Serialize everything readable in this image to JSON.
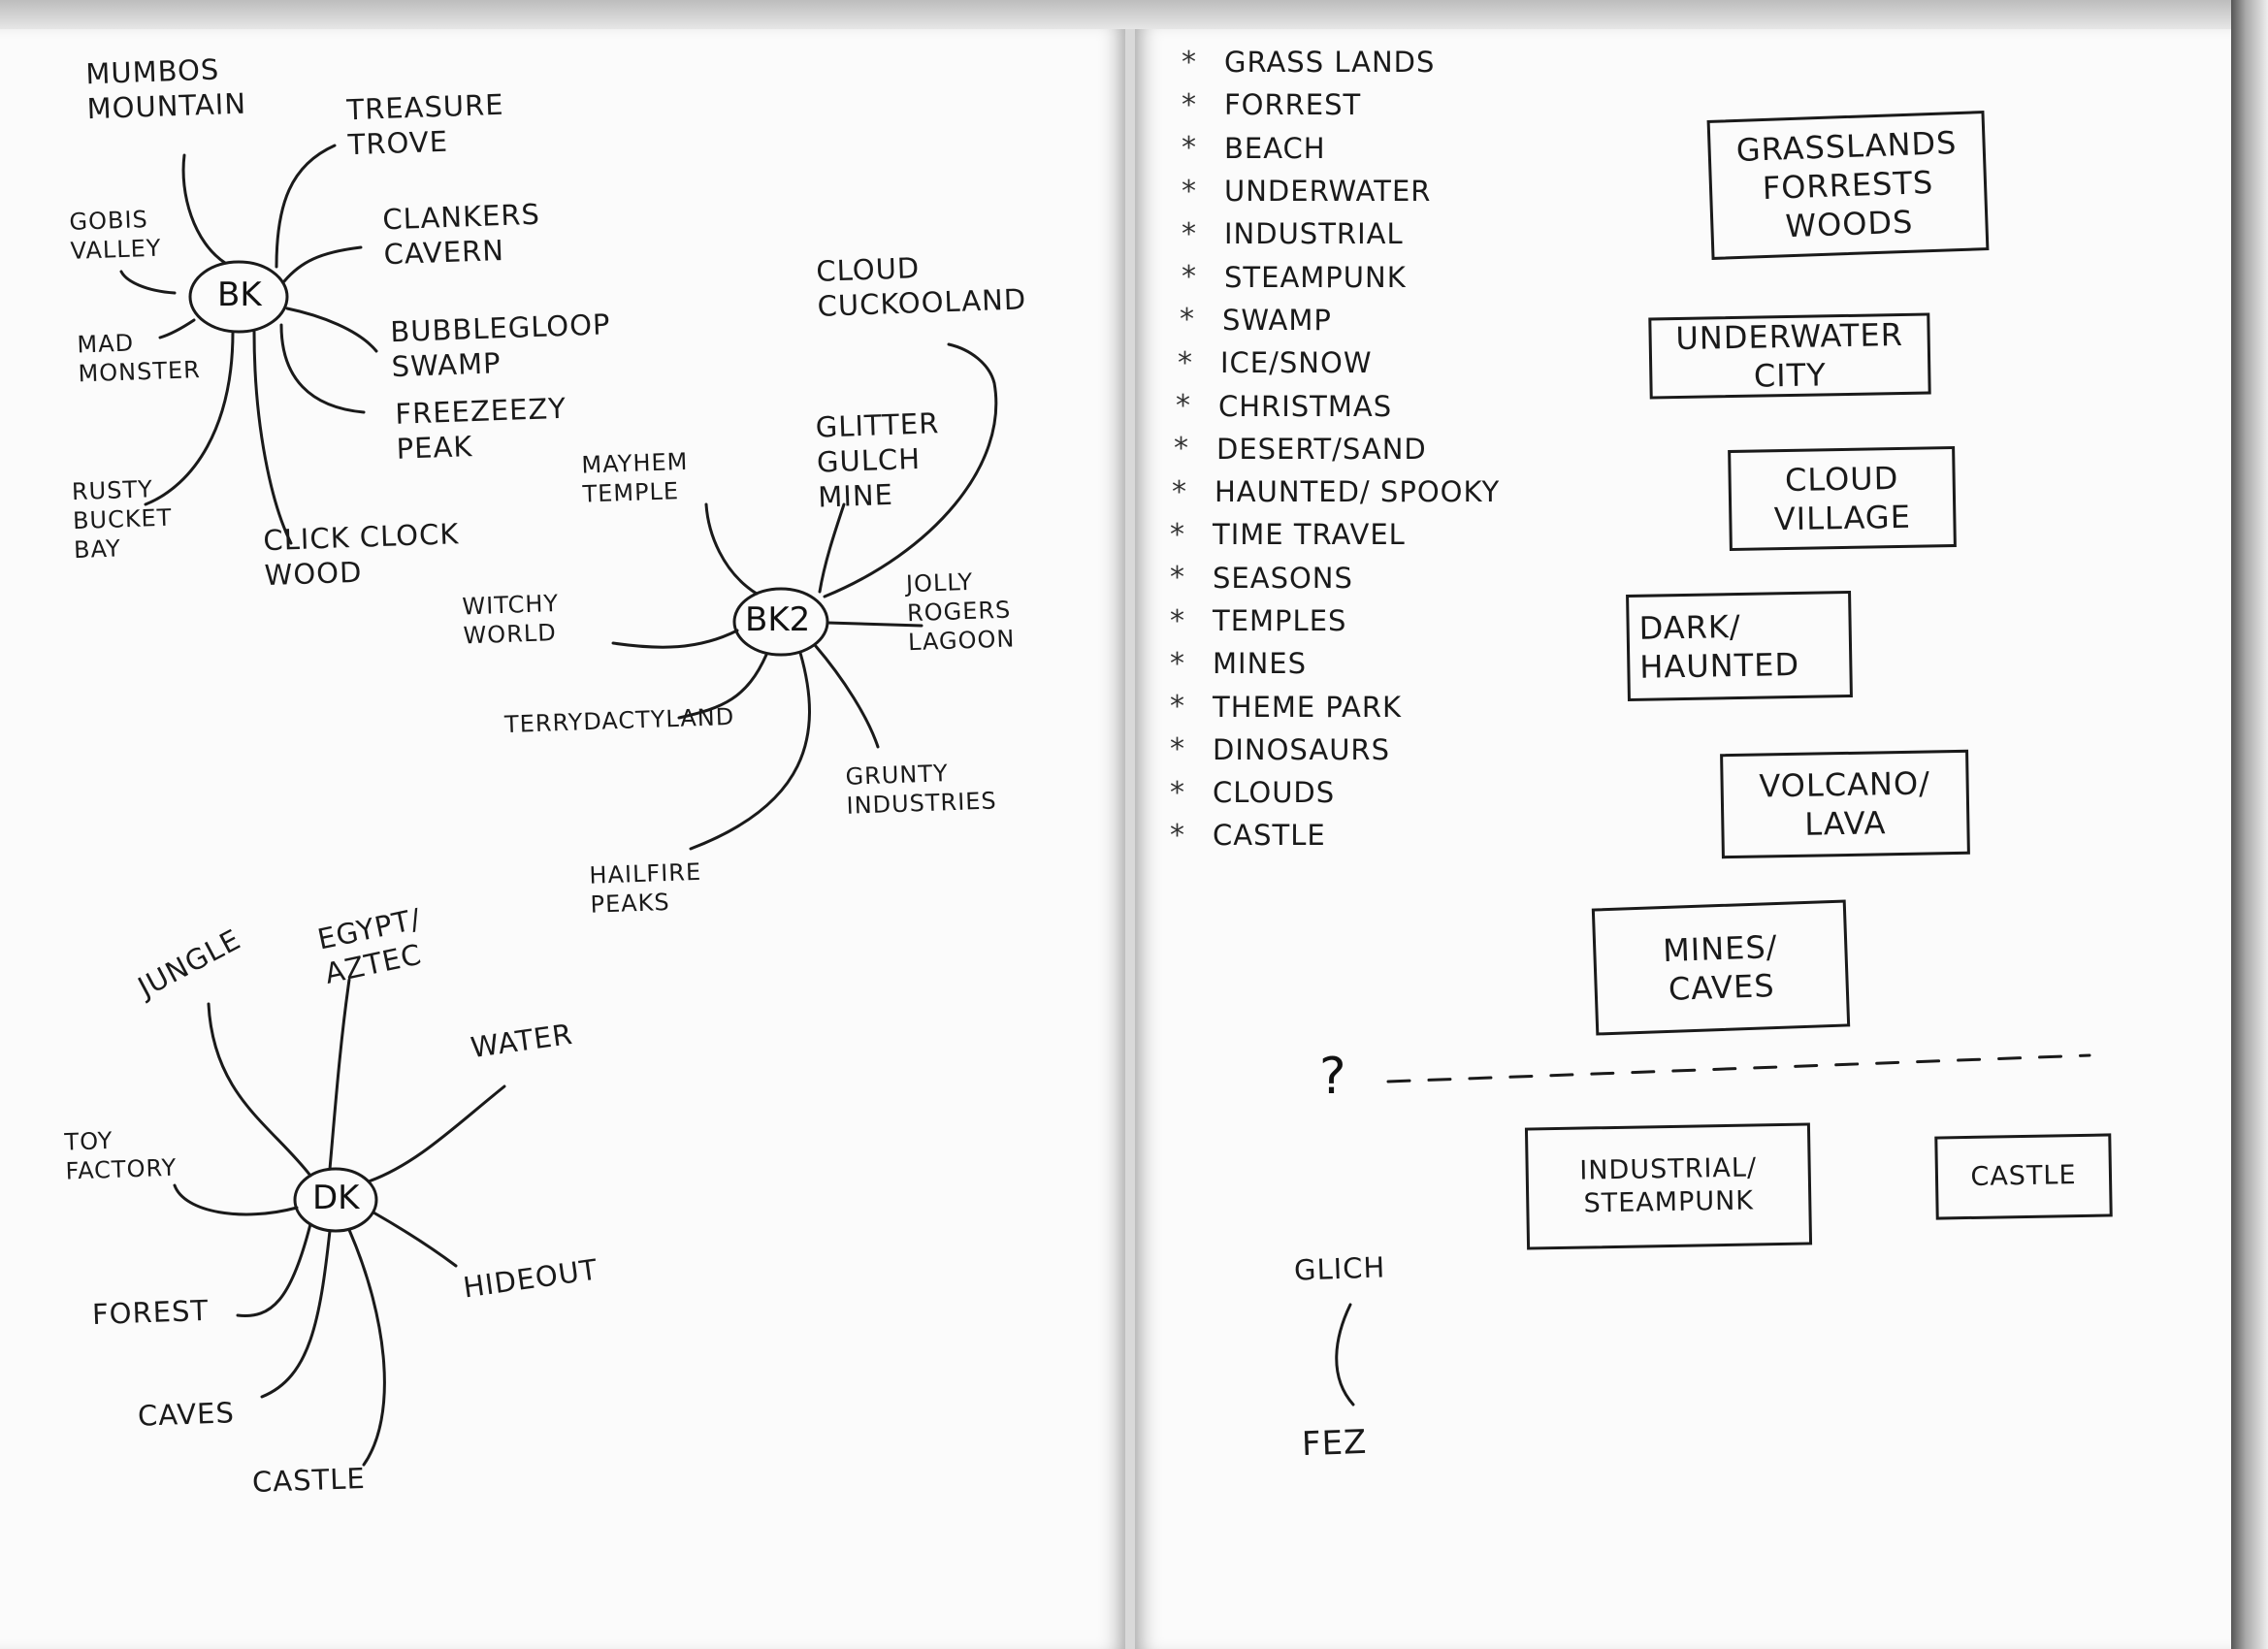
{
  "left_page": {
    "bk_map": {
      "hub": "BK",
      "branches": [
        "Mumbos Mountain",
        "Treasure Trove",
        "Gobis Valley",
        "Clankers Cavern",
        "Bubblegloop Swamp",
        "Mad Monster",
        "Freezeezy Peak",
        "Rusty Bucket Bay",
        "Click Clock Wood"
      ]
    },
    "bk2_map": {
      "hub": "BK2",
      "branches": [
        "Cloud Cuckooland",
        "Glitter Gulch Mine",
        "Mayhem Temple",
        "Jolly Rogers Lagoon",
        "Witchy World",
        "Terrydactyland",
        "Grunty Industries",
        "Hailfire Peaks"
      ]
    },
    "dk_map": {
      "hub": "DK",
      "branches": [
        "Jungle",
        "Egypt/ Aztec",
        "Water",
        "Toy Factory",
        "Hideout",
        "Forest",
        "Caves",
        "Castle"
      ]
    }
  },
  "right_page": {
    "theme_list": [
      "Grass Lands",
      "Forrest",
      "Beach",
      "Underwater",
      "Industrial",
      "Steampunk",
      "Swamp",
      "Ice/Snow",
      "Christmas",
      "Desert/Sand",
      "Haunted/ Spooky",
      "Time Travel",
      "Seasons",
      "Temples",
      "Mines",
      "Theme Park",
      "Dinosaurs",
      "Clouds",
      "Castle"
    ],
    "bullet": "*",
    "level_boxes": [
      "Grasslands\nForrests\nWoods",
      "Underwater\nCity",
      "Cloud\nVillage",
      "Dark/\nHaunted",
      "Volcano/\nLava",
      "Mines/\nCaves"
    ],
    "question_mark": "?",
    "optional_boxes": [
      "Industrial/\nSteampunk",
      "Castle"
    ],
    "glitch_label": "Glich",
    "fez_label": "Fez"
  }
}
